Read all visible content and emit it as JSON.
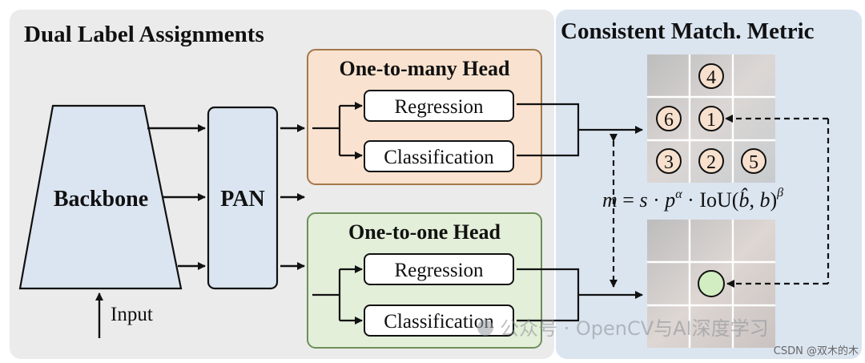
{
  "left_panel": {
    "title": "Dual Label Assignments",
    "backbone": "Backbone",
    "pan": "PAN",
    "input_label": "Input",
    "one_to_many": {
      "title": "One-to-many Head",
      "regression": "Regression",
      "classification": "Classification"
    },
    "one_to_one": {
      "title": "One-to-one Head",
      "regression": "Regression",
      "classification": "Classification"
    }
  },
  "right_panel": {
    "title": "Consistent Match. Metric",
    "formula": {
      "lhs": "m",
      "eq": " = ",
      "s": "s",
      "dot1": " · ",
      "p": "p",
      "alpha": "α",
      "dot2": " · ",
      "iou": "IoU",
      "open": "(",
      "bhat": "b̂",
      "comma": ", ",
      "b": "b",
      "close": ")",
      "beta": "β"
    },
    "top_grid_numbers": [
      "4",
      "6",
      "1",
      "3",
      "2",
      "5"
    ]
  },
  "watermark": {
    "text": "公众号 · OpenCV与AI深度学习",
    "credit": "CSDN @双木的木"
  },
  "colors": {
    "left_bg": "#ebebeb",
    "right_bg": "#dbe5f0",
    "one_to_many_bg": "#f9e2cf",
    "one_to_many_border": "#a4774a",
    "one_to_one_bg": "#e3efd9",
    "one_to_one_border": "#6d8f5a",
    "one_to_one_marker": "#d3edc2"
  }
}
